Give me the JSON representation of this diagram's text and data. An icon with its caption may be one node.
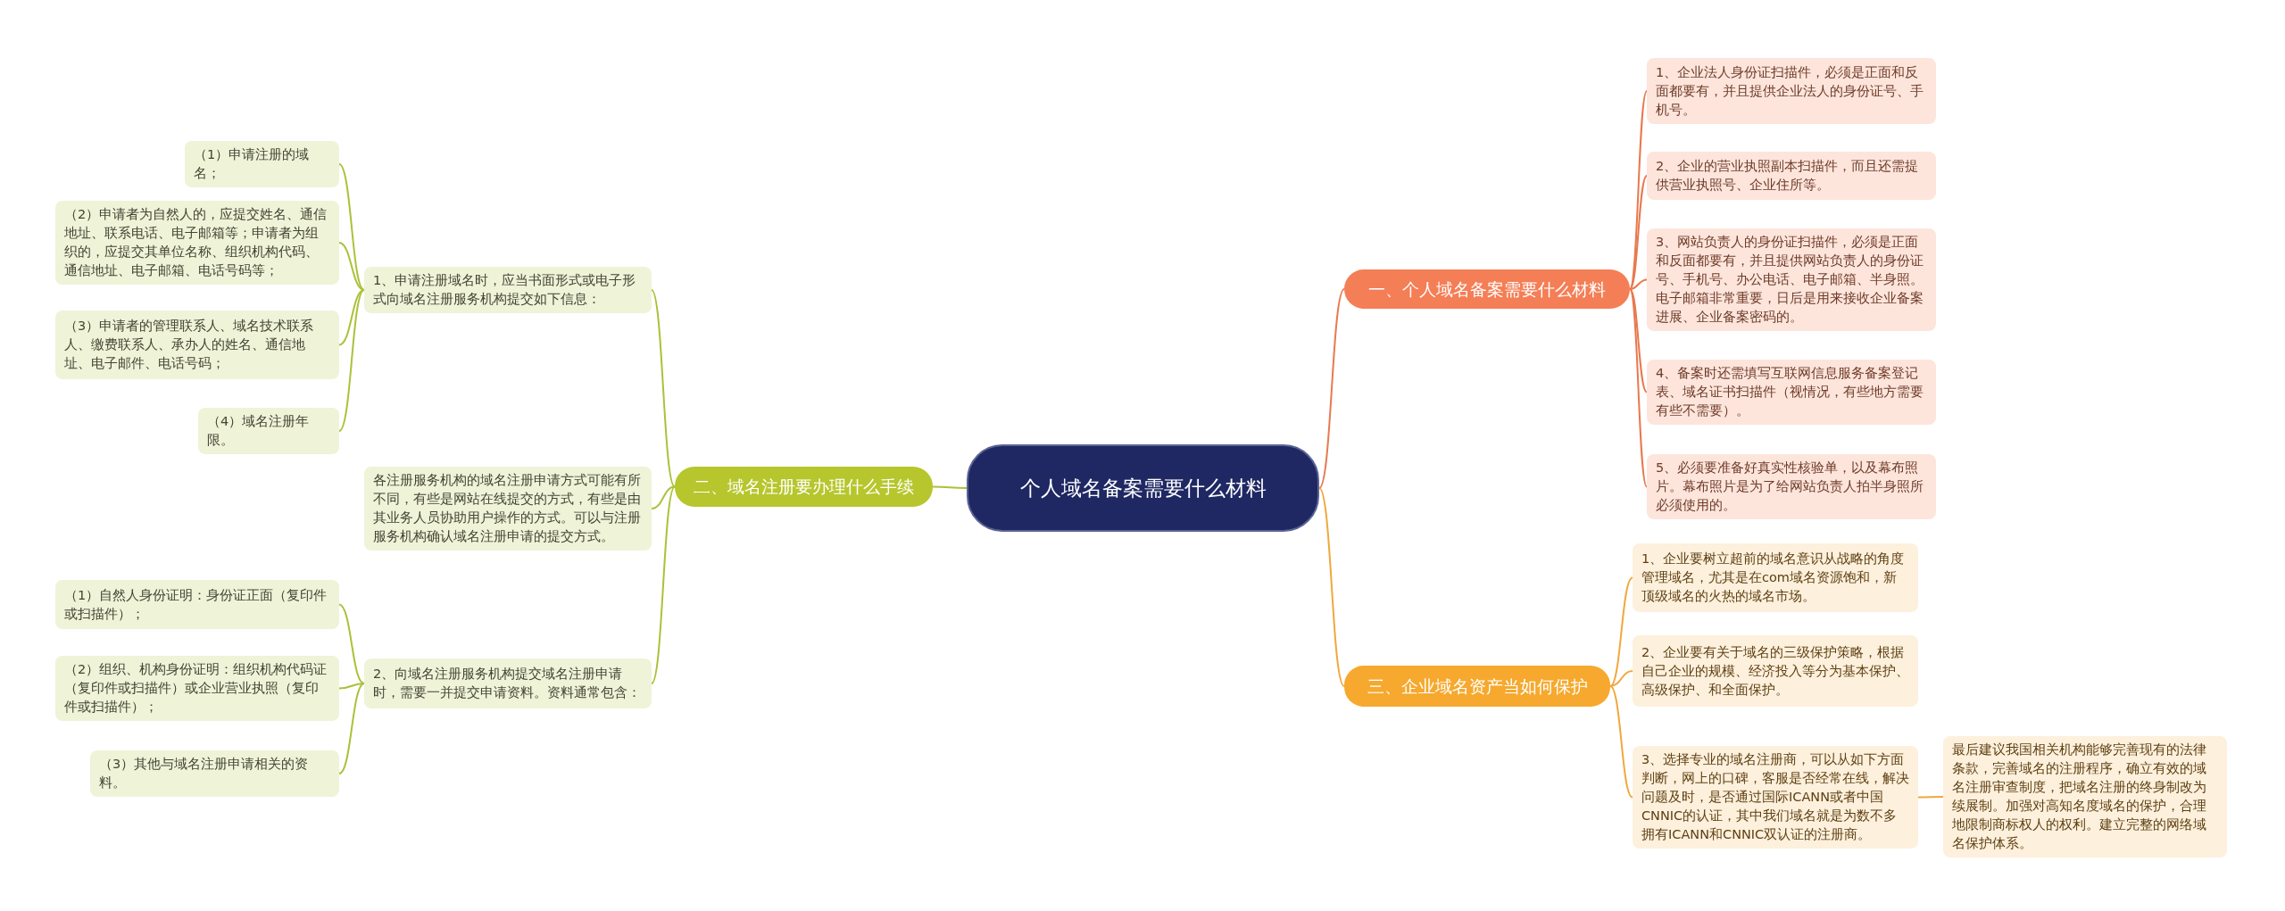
{
  "diagram": {
    "nodes": [
      {
        "text": [
          "个人域名备案需要什么材料"
        ]
      },
      {
        "text": [
          "一、个人域名备案需要什么材料"
        ]
      },
      {
        "text": [
          "1、企业法人身份证扫描件，必须是正面和反面都要有，并且提供企业法人的身份证号、手机号。"
        ]
      },
      {
        "text": [
          "2、企业的营业执照副本扫描件，而且还需提供营业执照号、企业住所等。"
        ]
      },
      {
        "text": [
          "3、网站负责人的身份证扫描件，必须是正面和反面都要有，并且提供网站负责人的身份证号、手机号、办公电话、电子邮箱、半身照。电子邮箱非常重要，日后是用来接收企业备案进展、企业备案密码的。"
        ]
      },
      {
        "text": [
          "4、备案时还需填写互联网信息服务备案登记表、域名证书扫描件（视情况，有些地方需要有些不需要）。"
        ]
      },
      {
        "text": [
          "5、必须要准备好真实性核验单，以及幕布照片。幕布照片是为了给网站负责人拍半身照所必须使用的。"
        ]
      },
      {
        "text": [
          "二、域名注册要办理什么手续"
        ]
      },
      {
        "text": [
          "1、申请注册域名时，应当书面形式或电子形式向域名注册服务机构提交如下信息："
        ]
      },
      {
        "text": [
          "（1）申请注册的域名；"
        ]
      },
      {
        "text": [
          "（2）申请者为自然人的，应提交姓名、通信地址、联系电话、电子邮箱等；申请者为组织的，应提交其单位名称、组织机构代码、通信地址、电子邮箱、电话号码等；"
        ]
      },
      {
        "text": [
          "（3）申请者的管理联系人、域名技术联系人、缴费联系人、承办人的姓名、通信地址、电子邮件、电话号码；"
        ]
      },
      {
        "text": [
          "（4）域名注册年限。"
        ]
      },
      {
        "text": [
          "各注册服务机构的域名注册申请方式可能有所不同，有些是网站在线提交的方式，有些是由其业务人员协助用户操作的方式。可以与注册服务机构确认域名注册申请的提交方式。"
        ]
      },
      {
        "text": [
          "2、向域名注册服务机构提交域名注册申请时，需要一并提交申请资料。资料通常包含："
        ]
      },
      {
        "text": [
          "（1）自然人身份证明：身份证正面（复印件或扫描件）；"
        ]
      },
      {
        "text": [
          "（2）组织、机构身份证明：组织机构代码证（复印件或扫描件）或企业营业执照（复印件或扫描件）；"
        ]
      },
      {
        "text": [
          "（3）其他与域名注册申请相关的资料。"
        ]
      },
      {
        "text": [
          "三、企业域名资产当如何保护"
        ]
      },
      {
        "text": [
          "1、企业要树立超前的域名意识从战略的角度管理域名，尤其是在com域名资源饱和，新顶级域名的火热的域名市场。"
        ]
      },
      {
        "text": [
          "2、企业要有关于域名的三级保护策略，根据自己企业的规模、经济投入等分为基本保护、高级保护、和全面保护。"
        ]
      },
      {
        "text": [
          "3、选择专业的域名注册商，可以从如下方面判断，网上的口碑，客服是否经常在线，解决问题及时，是否通过国际ICANN或者中国CNNIC的认证，其中我们域名就是为数不多拥有ICANN和CNNIC双认证的注册商。"
        ]
      },
      {
        "text": [
          "最后建议我国相关机构能够完善现有的法律条款，完善域名的注册程序，确立有效的域名注册审查制度，把域名注册的终身制改为续展制。加强对高知名度域名的保护，合理地限制商标权人的权利。建立完整的网络域名保护体系。"
        ]
      }
    ],
    "edges": [
      {
        "from": 0,
        "to": 1,
        "arrow": "none"
      },
      {
        "from": 1,
        "to": 2,
        "arrow": "none"
      },
      {
        "from": 1,
        "to": 3,
        "arrow": "none"
      },
      {
        "from": 1,
        "to": 4,
        "arrow": "none"
      },
      {
        "from": 1,
        "to": 5,
        "arrow": "none"
      },
      {
        "from": 1,
        "to": 6,
        "arrow": "none"
      },
      {
        "from": 0,
        "to": 7,
        "arrow": "none"
      },
      {
        "from": 7,
        "to": 8,
        "arrow": "none"
      },
      {
        "from": 8,
        "to": 9,
        "arrow": "none"
      },
      {
        "from": 8,
        "to": 10,
        "arrow": "none"
      },
      {
        "from": 8,
        "to": 11,
        "arrow": "none"
      },
      {
        "from": 8,
        "to": 12,
        "arrow": "none"
      },
      {
        "from": 7,
        "to": 13,
        "arrow": "none"
      },
      {
        "from": 7,
        "to": 14,
        "arrow": "none"
      },
      {
        "from": 14,
        "to": 15,
        "arrow": "none"
      },
      {
        "from": 14,
        "to": 16,
        "arrow": "none"
      },
      {
        "from": 14,
        "to": 17,
        "arrow": "none"
      },
      {
        "from": 0,
        "to": 18,
        "arrow": "none"
      },
      {
        "from": 18,
        "to": 19,
        "arrow": "none"
      },
      {
        "from": 18,
        "to": 20,
        "arrow": "none"
      },
      {
        "from": 18,
        "to": 21,
        "arrow": "none"
      },
      {
        "from": 21,
        "to": 22,
        "arrow": "none"
      }
    ]
  }
}
